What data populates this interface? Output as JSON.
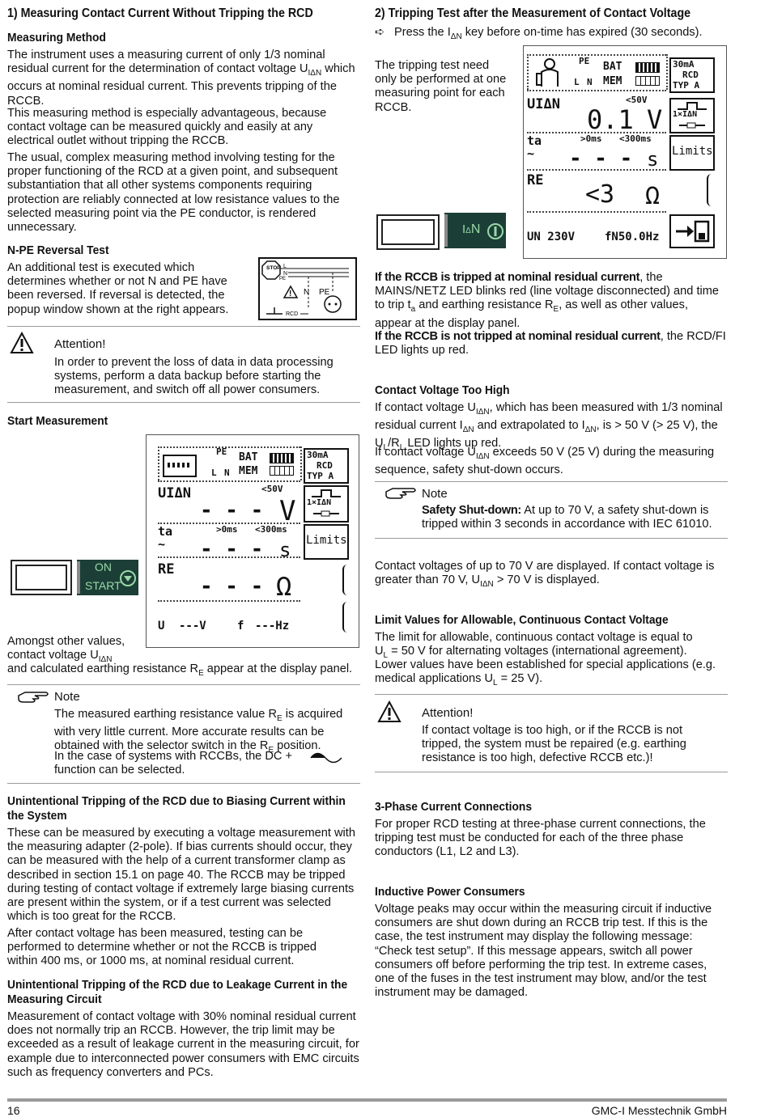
{
  "left": {
    "s1_title": "1) Measuring Contact Current Without Tripping the RCD",
    "mm_title": "Measuring Method",
    "mm_p1_a": "The instrument uses a measuring current of only 1/3 nominal residual current for the determination of contact voltage U",
    "mm_p1_sub": "IΔN",
    "mm_p1_b": " which occurs at nominal residual current. This prevents tripping of the RCCB.",
    "mm_p2": "This measuring method is especially advantageous, because contact voltage can be measured quickly and easily at any electrical outlet without tripping the RCCB.",
    "mm_p3": "The usual, complex measuring method involving testing for the proper functioning of the RCD at a given point, and subsequent substantiation that all other systems components requiring protection are reliably connected at low resistance values to the selected measuring point via the PE conductor, is rendered unnecessary.",
    "npe_title": "N-PE Reversal Test",
    "npe_p": "An additional test is executed which determines whether or not N and PE have been reversed. If reversal is detected, the popup window shown at the right appears.",
    "att_title": "Attention!",
    "att_p": "In order to prevent the loss of data in data processing systems, perform a data backup before starting the measurement, and switch off all power consumers.",
    "start_title": "Start Measurement",
    "amongst_1": "Amongst other values,",
    "amongst_2a": "contact voltage U",
    "amongst_2sub": "IΔN",
    "amongst_3a": "and calculated earthing resistance R",
    "amongst_3sub": "E",
    "amongst_3b": " appear at the display panel.",
    "note_title": "Note",
    "note_p1a": "The measured earthing resistance value R",
    "note_p1sub": "E",
    "note_p1b": " is acquired with very little current. More accurate results can be obtained with the selector switch in the R",
    "note_p1sub2": "E",
    "note_p1c": " position.",
    "note_p2": "In the case of systems with RCCBs,  the DC +",
    "note_p3": "function can be selected.",
    "bias_title_1": "Unintentional Tripping of the RCD due to Biasing Current within",
    "bias_title_2": "the System",
    "bias_p1": "These can be measured by executing a voltage measurement with the measuring adapter (2-pole). If bias currents should occur, they can be measured with the help of a current transformer clamp as described in section 15.1 on page 40. The RCCB may be tripped during testing of contact voltage if extremely large biasing currents are present within the system, or if a test current was selected which is too great for the RCCB.",
    "bias_p2": "After contact voltage has been measured, testing can be performed to determine whether or not the RCCB is tripped within 400 ms, or 1000 ms, at nominal residual current.",
    "leak_title_1": "Unintentional Tripping of the RCD due to Leakage Current in the",
    "leak_title_2": "Measuring Circuit",
    "leak_p": "Measurement of contact voltage with 30% nominal residual current does not normally trip an RCCB. However, the trip limit may be exceeded as a result of leakage current in the measuring circuit, for example due to interconnected power consumers with EMC circuits such as frequency converters and PCs."
  },
  "lcd1": {
    "pe": "PE",
    "l": "L",
    "n": "N",
    "bat": "BAT",
    "mem": "MEM",
    "rcd1": "30mA",
    "rcd2": "RCD",
    "rcd3": "TYP A",
    "ui": "UIΔN",
    "lim50": "<50V",
    "dashes": "- - -",
    "unit_v": "V",
    "mult": "1×IΔN",
    "ta": "ta",
    "tilde": "~",
    "ms0": ">0ms",
    "ms300": "<300ms",
    "unit_s": "s",
    "limits": "Limits",
    "re": "RE",
    "unit_ohm": "Ω",
    "u_label": "U",
    "u_val": "---V",
    "f_label": "f",
    "f_val": "---Hz"
  },
  "key_on": {
    "line1": "ON",
    "line2": "START"
  },
  "right": {
    "s2_title": "2) Tripping Test after the Measurement of Contact Voltage",
    "press_a": "Press the I",
    "press_sub": "ΔN",
    "press_b": " key before on-time has expired (30 seconds).",
    "trip_note": "The tripping test need only be performed at one measuring point for each RCCB.",
    "tripped_bold": "If the RCCB is tripped at nominal residual current",
    "tripped_a": ", the MAINS/NETZ LED blinks red (line voltage disconnected) and time to trip t",
    "tripped_sub1": "a",
    "tripped_b": " and earthing resistance R",
    "tripped_sub2": "E",
    "tripped_c": ", as well as other values, appear at the display panel.",
    "nottripped_bold": "If the RCCB is not tripped at nominal residual current",
    "nottripped_a": ", the RCD/FI LED lights up red.",
    "cvh_title": "Contact Voltage Too High",
    "cvh_p1a": "If contact voltage U",
    "cvh_p1sub": "IΔN",
    "cvh_p1b": ", which has been measured with 1/3 nominal residual current I",
    "cvh_p1sub2": "ΔN",
    "cvh_p1c": " and extrapolated to I",
    "cvh_p1sub3": "ΔN",
    "cvh_p1d": ", is > 50 V (> 25 V), the U",
    "cvh_p1sub4": "L",
    "cvh_p1e": "/R",
    "cvh_p1sub5": "L",
    "cvh_p1f": " LED lights up red.",
    "cvh_p2a": "If contact voltage U",
    "cvh_p2sub": "IΔN",
    "cvh_p2b": " exceeds 50 V (25 V) during the measuring sequence, safety shut-down occurs.",
    "note2_title": "Note",
    "note2_bold": "Safety Shut-down:",
    "note2_p": " At up to 70 V, a safety shut-down is tripped within 3 seconds in accordance with IEC 61010.",
    "cv70_a": "Contact voltages of up to 70 V are displayed. If contact voltage is greater than 70 V, U",
    "cv70_sub": "IΔN",
    "cv70_b": " > 70 V is displayed.",
    "lim_title": "Limit Values for Allowable, Continuous Contact Voltage",
    "lim_p1": "The limit for allowable, continuous contact voltage is equal to",
    "lim_p2a": "U",
    "lim_p2sub": "L",
    "lim_p2b": " = 50 V for alternating voltages (international agreement).",
    "lim_p3": "Lower values have been established for special applications (e.g. medical applications U",
    "lim_p3sub": "L",
    "lim_p3b": " = 25 V).",
    "att2_title": "Attention!",
    "att2_p": "If contact voltage is too high, or if the RCCB is not tripped, the system must be repaired (e.g. earthing resistance is too high, defective RCCB etc.)!",
    "phase_title": "3-Phase Current Connections",
    "phase_p": "For proper RCD testing at three-phase current connections, the tripping test must be conducted for each of the three phase conductors (L1, L2 and L3).",
    "ind_title": "Inductive Power Consumers",
    "ind_p": "Voltage peaks may occur within the measuring circuit if inductive consumers are shut down during an RCCB trip test. If this is the case, the test instrument may display the following message: “Check test setup”.  If this message appears, switch all power consumers off before performing the trip test. In extreme cases, one of the fuses in the test instrument may blow, and/or the test instrument may be damaged."
  },
  "lcd2": {
    "pe": "PE",
    "l": "L",
    "n": "N",
    "bat": "BAT",
    "mem": "MEM",
    "rcd1": "30mA",
    "rcd2": "RCD",
    "rcd3": "TYP A",
    "ui": "UIΔN",
    "lim50": "<50V",
    "val": "0.1",
    "unit_v": "V",
    "mult": "1×IΔN",
    "ta": "ta",
    "tilde": "~",
    "ms0": ">0ms",
    "ms300": "<300ms",
    "dashes": "- - -",
    "unit_s": "s",
    "limits": "Limits",
    "re": "RE",
    "re_val": "<3",
    "unit_ohm": "Ω",
    "un": "UN 230V",
    "fn": "fN50.0Hz"
  },
  "key_idn": {
    "label_a": "I",
    "label_sub": "Δ",
    "label_b": "N"
  },
  "popup": {
    "stop": "STOP",
    "l": "L",
    "n": "N",
    "pe": "PE",
    "pe2": "PE",
    "n2": "N",
    "rcd": "RCD"
  },
  "footer": {
    "page": "16",
    "company": "GMC-I Messtechnik GmbH"
  }
}
